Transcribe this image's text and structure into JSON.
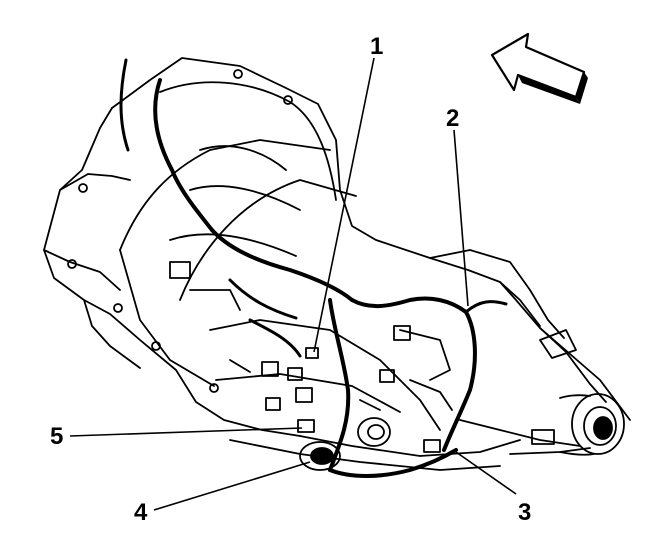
{
  "callouts": {
    "c1": "1",
    "c2": "2",
    "c3": "3",
    "c4": "4",
    "c5": "5"
  },
  "direction_arrow": {
    "icon": "front-direction-arrow-icon"
  },
  "colors": {
    "line": "#000000",
    "background": "#ffffff"
  }
}
